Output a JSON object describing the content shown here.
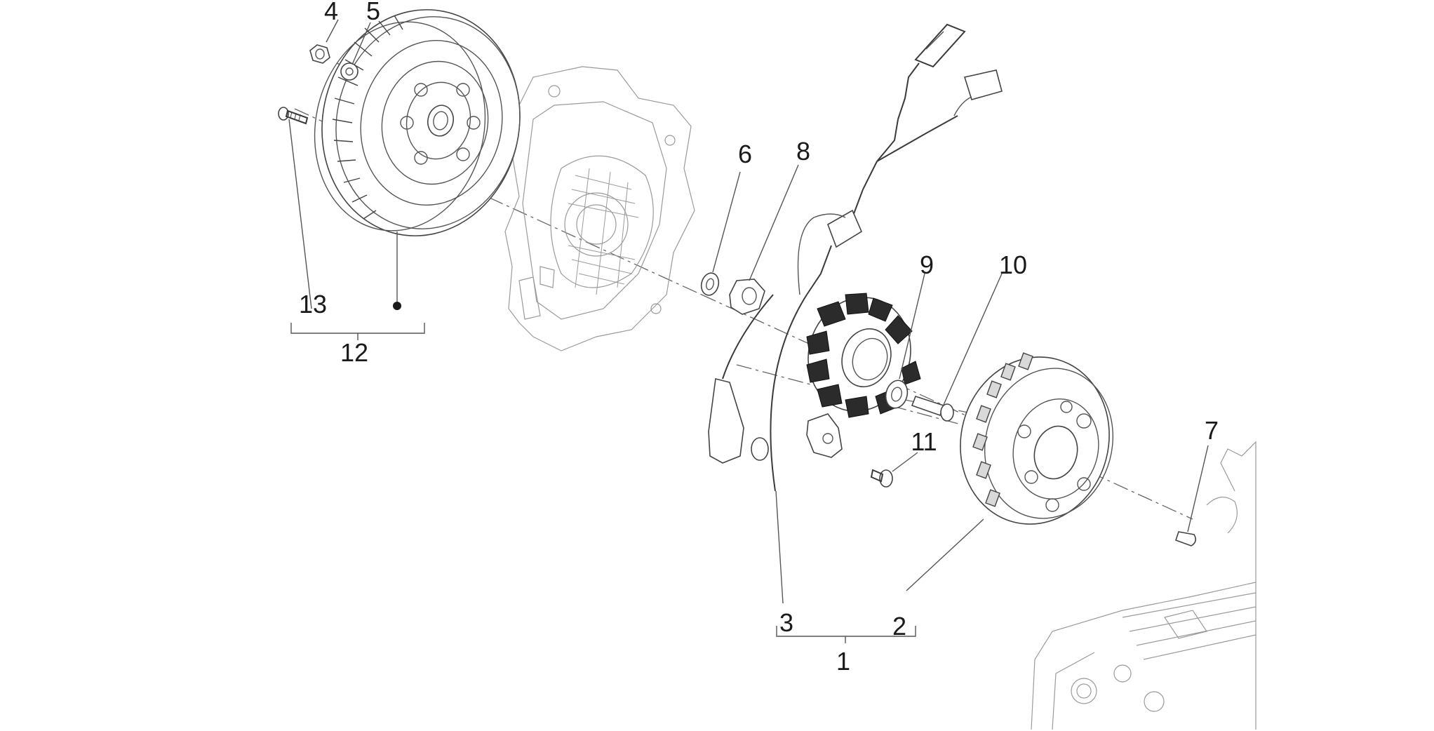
{
  "diagram": {
    "part_numbers": {
      "p1": "1",
      "p2": "2",
      "p3": "3",
      "p4": "4",
      "p5": "5",
      "p6": "6",
      "p7": "7",
      "p8": "8",
      "p9": "9",
      "p10": "10",
      "p11": "11",
      "p12": "12",
      "p13": "13"
    }
  }
}
